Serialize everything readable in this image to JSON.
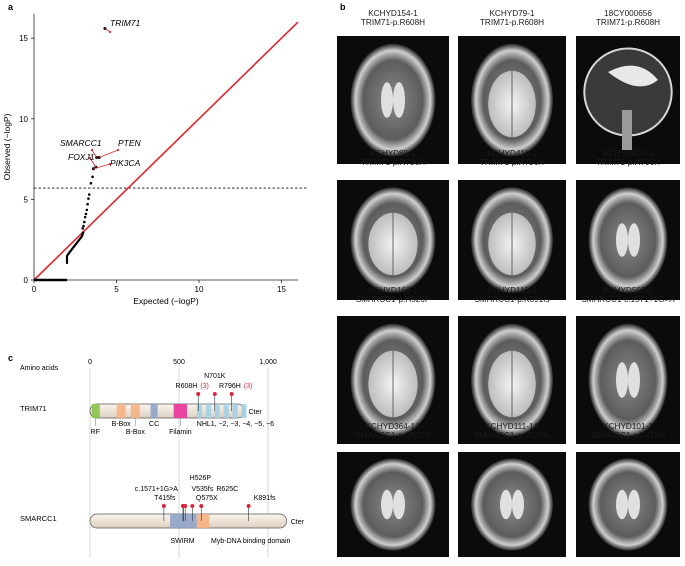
{
  "panel_a": {
    "letter": "a",
    "chart_data": {
      "type": "scatter",
      "xlabel": "Expected (−logP)",
      "ylabel": "Observed (−logP)",
      "xlim": [
        0,
        16
      ],
      "ylim": [
        0,
        16.5
      ],
      "xticks": [
        "0",
        "5",
        "10",
        "15"
      ],
      "yticks": [
        "0",
        "5",
        "10",
        "15"
      ],
      "threshold_y": 5.7,
      "diagonal_color": "#e0262b",
      "genes": [
        {
          "name": "TRIM71",
          "x": 4.3,
          "y": 15.6
        },
        {
          "name": "SMARCC1",
          "x": 3.8,
          "y": 7.6
        },
        {
          "name": "PTEN",
          "x": 3.95,
          "y": 7.6
        },
        {
          "name": "FOXJ1",
          "x": 3.75,
          "y": 7.0
        },
        {
          "name": "PIK3CA",
          "x": 3.6,
          "y": 6.9
        }
      ],
      "background_points": [
        [
          3.55,
          6.4
        ],
        [
          3.45,
          6.0
        ],
        [
          3.35,
          5.3
        ],
        [
          3.3,
          5.05
        ],
        [
          3.25,
          4.7
        ],
        [
          3.2,
          4.35
        ],
        [
          3.15,
          4.1
        ],
        [
          3.1,
          3.9
        ],
        [
          3.05,
          3.6
        ],
        [
          3.0,
          3.35
        ],
        [
          2.95,
          3.2
        ]
      ]
    }
  },
  "panel_b": {
    "letter": "b",
    "images": [
      {
        "id": "KCHYD154-1",
        "variant": "TRIM71-p.R608H"
      },
      {
        "id": "KCHYD79-1",
        "variant": "TRIM71-p.R608H"
      },
      {
        "id": "18CY000656",
        "variant": "TRIM71-p.R608H"
      },
      {
        "id": "KCHYD85-1",
        "variant": "TRIM71-p.R796H"
      },
      {
        "id": "KCHYD419-1",
        "variant": "TRIM71-p.R796H"
      },
      {
        "id": "KCHYD425-1",
        "variant": "TRIM71-p.R796H"
      },
      {
        "id": "KCHYD168-1",
        "variant": "SMARCC1-p.H526P"
      },
      {
        "id": "KCHYD115-1",
        "variant": "SMARCC1-p.K891fs"
      },
      {
        "id": "KCHYD505-1",
        "variant": "SMARCC1-c.1571+1G>A"
      },
      {
        "id": "KCHYD364-1A",
        "variant": "SMARCC1-p.Q575X"
      },
      {
        "id": "KCHYD111-1A",
        "variant": "SMARCC1-p.V535fs"
      },
      {
        "id": "KCHYD101-1",
        "variant": "SMARCC1-p.T415fs"
      }
    ]
  },
  "panel_c": {
    "letter": "c",
    "axis_title": "Amino acids",
    "axis_ticks": [
      {
        "label": "0",
        "value": 0
      },
      {
        "label": "500",
        "value": 500
      },
      {
        "label": "1,000",
        "value": 1000
      }
    ],
    "trim71": {
      "name": "TRIM71",
      "length": 868,
      "cter": "Cter",
      "mutations": [
        {
          "label": "R608H",
          "count": "(3)",
          "pos": 608
        },
        {
          "label": "N701K",
          "count": "",
          "pos": 701
        },
        {
          "label": "R796H",
          "count": "(3)",
          "pos": 796
        }
      ],
      "domains": [
        {
          "label": "RF",
          "start": 10,
          "end": 55,
          "color": "#8bc34a"
        },
        {
          "label": "B-Box",
          "start": 150,
          "end": 200,
          "color": "#f6b183"
        },
        {
          "label": "B-Box",
          "start": 230,
          "end": 280,
          "color": "#f6b183"
        },
        {
          "label": "CC",
          "start": 340,
          "end": 380,
          "color": "#8fa3c9"
        },
        {
          "label": "Filamin",
          "start": 470,
          "end": 545,
          "color": "#e8339a"
        }
      ],
      "nhl_repeats": [
        600,
        650,
        700,
        750,
        800,
        850
      ],
      "nhl_label": "NHL1, −2, −3, −4, −5, −6"
    },
    "smarcc1": {
      "name": "SMARCC1",
      "length": 1105,
      "cter": "Cter",
      "mutations": [
        {
          "label": "c.1571+1G>A",
          "pos": 522
        },
        {
          "label": "T415fs",
          "pos": 415
        },
        {
          "label": "H526P",
          "pos": 526
        },
        {
          "label": "V535fs",
          "pos": 535
        },
        {
          "label": "Q575X",
          "pos": 575
        },
        {
          "label": "R625C",
          "pos": 625
        },
        {
          "label": "K891fs",
          "pos": 891
        }
      ],
      "domains": [
        {
          "label": "SWIRM",
          "start": 450,
          "end": 600,
          "color": "#8fa3c9"
        },
        {
          "label": "Myb-DNA binding domain",
          "start": 600,
          "end": 670,
          "color": "#f6b183"
        }
      ]
    }
  },
  "colors": {
    "mutation_red": "#d7263d",
    "bar_fill": "#efe6da",
    "count_red": "#e0262b"
  }
}
